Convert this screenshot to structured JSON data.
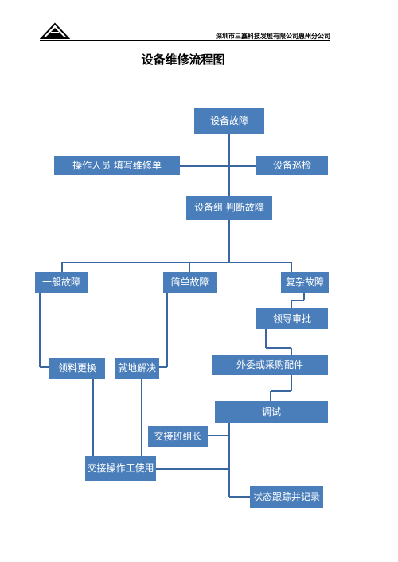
{
  "header": {
    "company": "深圳市三鑫科技发展有限公司惠州分公司",
    "logo_icon": "triangle-company-logo"
  },
  "title": "设备维修流程图",
  "colors": {
    "node_fill": "#4a7ebb",
    "node_text": "#ffffff",
    "connector": "#3a67a0"
  },
  "nodes": {
    "fault": "设备故障",
    "operator_report": "操作人员 填写维修单",
    "inspection": "设备巡检",
    "diagnosis": "设备组 判断故障",
    "general_fault": "一般故障",
    "simple_fault": "简单故障",
    "complex_fault": "复杂故障",
    "leader_approval": "领导审批",
    "outsource": "外委或采购配件",
    "replace_parts": "领料更换",
    "onsite_fix": "就地解决",
    "debug": "调试",
    "handover_leader": "交接班组长",
    "handover_operator": "交接操作工使用",
    "track_record": "状态跟踪并记录"
  }
}
